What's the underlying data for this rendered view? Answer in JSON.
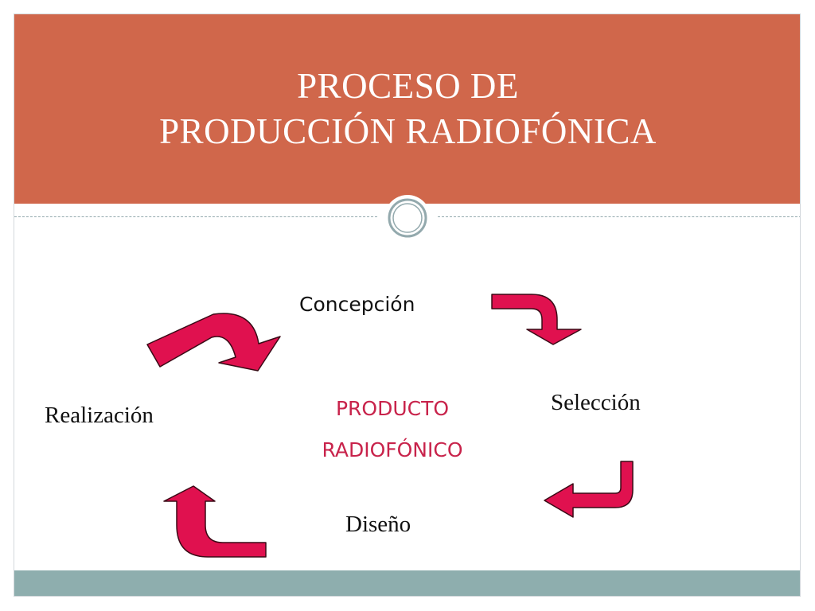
{
  "title": {
    "line1": "PROCESO DE",
    "line2": "PRODUCCIÓN RADIOFÓNICA"
  },
  "cycle": {
    "center_line1": "PRODUCTO",
    "center_line2": "RADIOFÓNICO",
    "stages": [
      "Concepción",
      "Selección",
      "Diseño",
      "Realización"
    ]
  },
  "colors": {
    "title_band": "#d0674b",
    "footer_band": "#8eaeae",
    "arrow_fill": "#e0114f",
    "center_text": "#c8234b"
  }
}
